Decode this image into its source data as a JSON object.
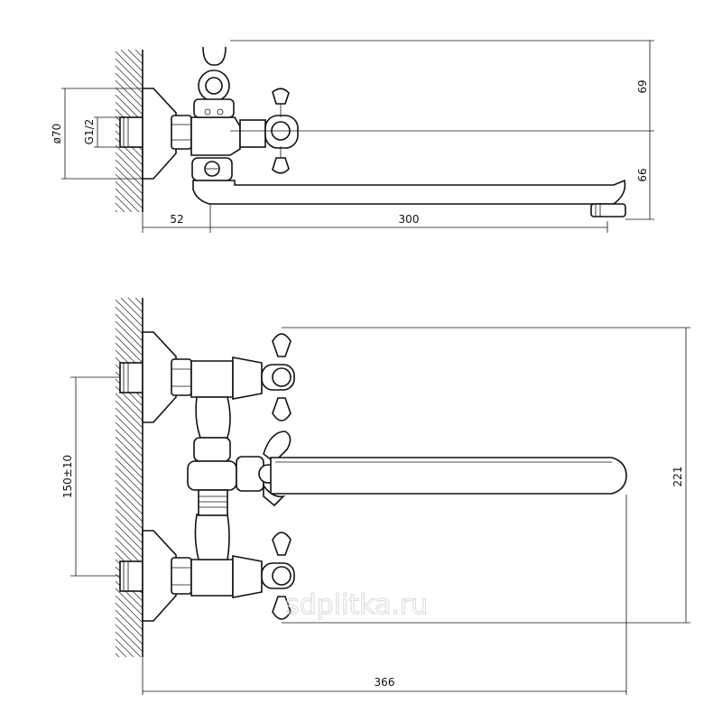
{
  "dimensions": {
    "top_view": {
      "wall_offset": "52",
      "spout_length": "300",
      "height_above_axis": "69",
      "height_below_axis": "66",
      "flange_diameter": "ø70",
      "thread": "G1/2"
    },
    "front_view": {
      "total_length": "366",
      "total_height": "221",
      "inlet_spacing": "150±10"
    }
  },
  "watermark": "sdplitka.ru"
}
